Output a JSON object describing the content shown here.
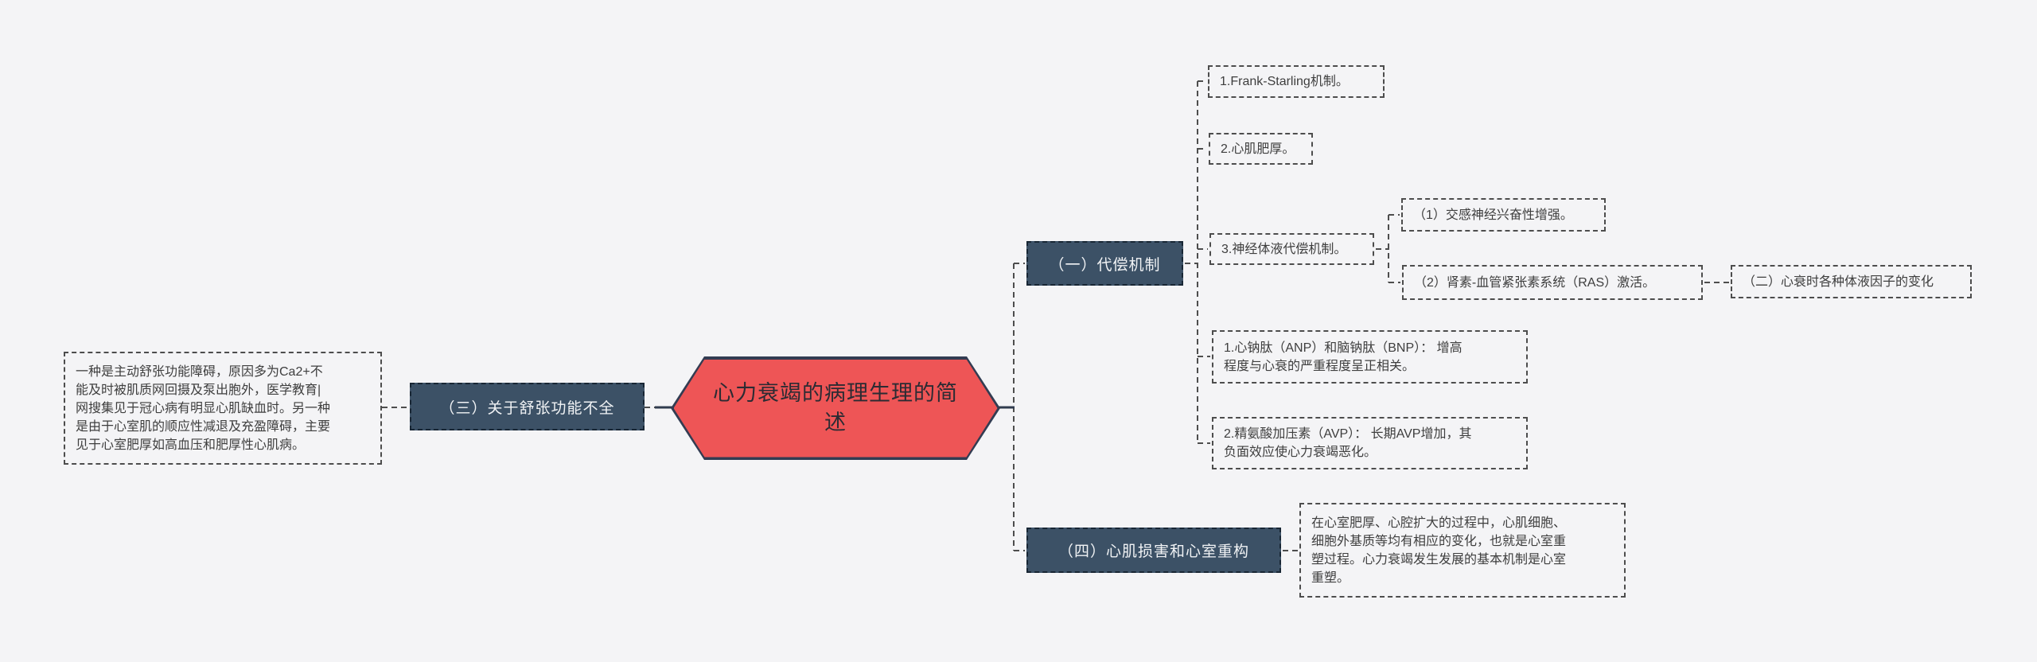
{
  "canvas": {
    "background": "#f4f4f6"
  },
  "palette": {
    "root_fill": "#ee5556",
    "root_border": "#333c52",
    "branch_fill": "#3c5166",
    "branch_text": "#f1f3f5",
    "wire_color": "#4d4d4d",
    "leaf_text": "#3e3e3e"
  },
  "root": {
    "label": "心力衰竭的病理生理的简\n述"
  },
  "branches": {
    "san": {
      "label": "（三）关于舒张功能不全",
      "note": "一种是主动舒张功能障碍，原因多为Ca2+不\n能及时被肌质网回摄及泵出胞外，医学教育|\n网搜集见于冠心病有明显心肌缺血时。另一种\n是由于心室肌的顺应性减退及充盈障碍，主要\n见于心室肥厚如高血压和肥厚性心肌病。"
    },
    "yi": {
      "label": "（一）代偿机制",
      "children": {
        "frank": {
          "label": "1.Frank-Starling机制。"
        },
        "hypertrophy": {
          "label": "2.心肌肥厚。"
        },
        "neurohumoral": {
          "label": "3.神经体液代偿机制。",
          "children": {
            "sympathetic": {
              "label": "（1）交感神经兴奋性增强。"
            },
            "raas": {
              "label": "（2）肾素-血管紧张素系统（RAS）激活。"
            }
          }
        },
        "anp_bnp": {
          "label": "1.心钠肽（ANP）和脑钠肽（BNP）： 增高\n程度与心衰的严重程度呈正相关。"
        },
        "avp": {
          "label": "2.精氨酸加压素（AVP）： 长期AVP增加，其\n负面效应使心力衰竭恶化。"
        }
      }
    },
    "er": {
      "label": "（二）心衰时各种体液因子的变化"
    },
    "si": {
      "label": "（四）心肌损害和心室重构",
      "note": "在心室肥厚、心腔扩大的过程中，心肌细胞、\n细胞外基质等均有相应的变化，也就是心室重\n塑过程。心力衰竭发生发展的基本机制是心室\n重塑。"
    }
  }
}
